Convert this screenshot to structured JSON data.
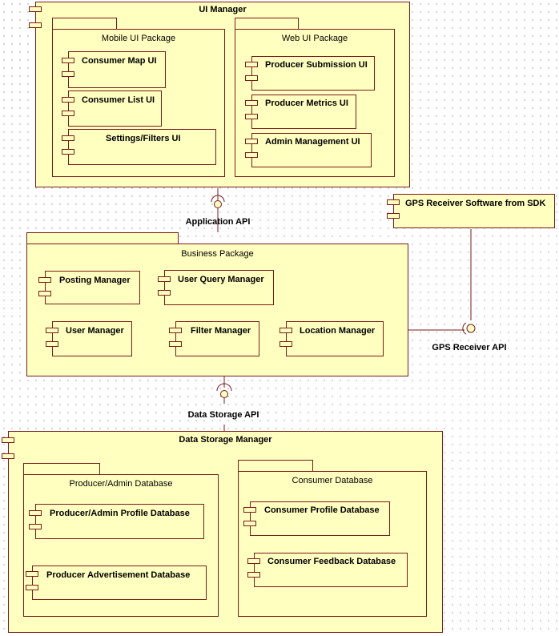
{
  "ui_manager": {
    "title": "UI Manager",
    "mobile_package": {
      "title": "Mobile UI Package",
      "components": [
        "Consumer Map UI",
        "Consumer List UI",
        "Settings/Filters UI"
      ]
    },
    "web_package": {
      "title": "Web UI Package",
      "components": [
        "Producer Submission UI",
        "Producer Metrics UI",
        "Admin Management UI"
      ]
    }
  },
  "interfaces": {
    "application_api": "Application API",
    "gps_receiver_api": "GPS Receiver API",
    "data_storage_api": "Data Storage API"
  },
  "gps_component": "GPS Receiver Software from SDK",
  "business_package": {
    "title": "Business Package",
    "components": {
      "posting": "Posting Manager",
      "user_query": "User Query Manager",
      "user": "User Manager",
      "filter": "Filter Manager",
      "location": "Location Manager"
    }
  },
  "data_storage": {
    "title": "Data Storage Manager",
    "producer_package": {
      "title": "Producer/Admin Database",
      "components": [
        "Producer/Admin Profile Database",
        "Producer Advertisement Database"
      ]
    },
    "consumer_package": {
      "title": "Consumer Database",
      "components": [
        "Consumer Profile Database",
        "Consumer Feedback Database"
      ]
    }
  },
  "colors": {
    "fill": "#ffffc0",
    "stroke": "#7a1a1a"
  }
}
